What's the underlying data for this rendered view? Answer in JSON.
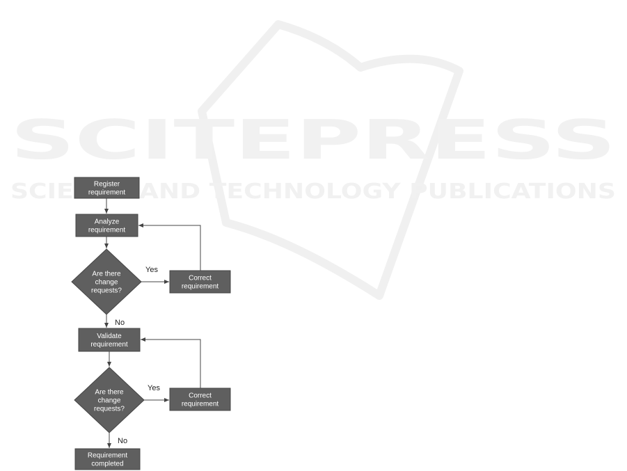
{
  "watermark": {
    "logo_text": "SCITEPRESS",
    "tagline": "SCIENCE AND TECHNOLOGY PUBLICATIONS"
  },
  "flowchart": {
    "nodes": {
      "register": [
        "Register",
        "requirement"
      ],
      "analyze": [
        "Analyze",
        "requirement"
      ],
      "decision1": [
        "Are there",
        "change",
        "requests?"
      ],
      "correct1": [
        "Correct",
        "requirement"
      ],
      "validate": [
        "Validate",
        "requirement"
      ],
      "decision2": [
        "Are there",
        "change",
        "requests?"
      ],
      "correct2": [
        "Correct",
        "requirement"
      ],
      "completed": [
        "Requirement",
        "completed"
      ]
    },
    "edges": {
      "yes1": "Yes",
      "no1": "No",
      "yes2": "Yes",
      "no2": "No"
    }
  },
  "colors": {
    "box_fill": "#5f5f5f",
    "box_stroke": "#444444",
    "line": "#444444",
    "watermark": "#efefef"
  }
}
